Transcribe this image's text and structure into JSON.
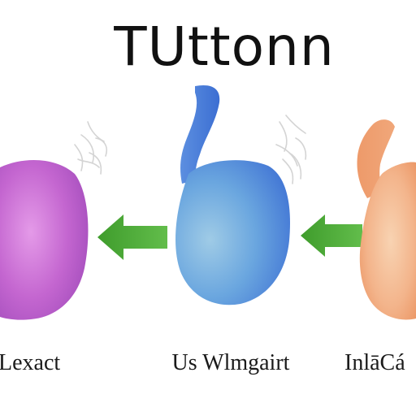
{
  "diagram": {
    "title": "TUttonn",
    "stages": [
      {
        "label": "Lexact",
        "color": "#b65cc8"
      },
      {
        "label": "Us Wlmgairt",
        "color": "#4f86d9"
      },
      {
        "label": "InlāCá",
        "color": "#f0a06e"
      }
    ],
    "arrows": [
      {
        "direction": "left",
        "color": "#4fac3a"
      },
      {
        "direction": "left",
        "color": "#4fac3a"
      }
    ]
  }
}
